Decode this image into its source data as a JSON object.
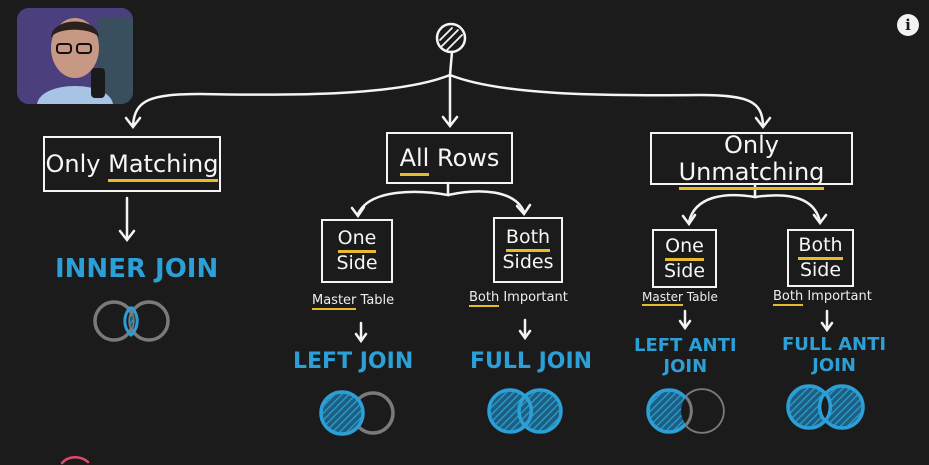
{
  "diagram": {
    "branches": {
      "matching": {
        "label_plain": "Only",
        "label_highlight": "Matching",
        "result": "INNER JOIN"
      },
      "all_rows": {
        "label_plain": "Rows",
        "label_highlight": "All",
        "left_child": {
          "line1": "One",
          "line2": "Side",
          "note_u": "Master",
          "note_rest": " Table",
          "result": "LEFT JOIN"
        },
        "right_child": {
          "line1": "Both",
          "line2": "Sides",
          "note_u": "Both",
          "note_rest": " Important",
          "result": "FULL JOIN"
        }
      },
      "unmatching": {
        "label_plain": "Only",
        "label_highlight": "Unmatching",
        "left_child": {
          "line1": "One",
          "line2": "Side",
          "note_u": "Master",
          "note_rest": " Table",
          "result_line1": "LEFT ANTI",
          "result_line2": "JOIN"
        },
        "right_child": {
          "line1": "Both",
          "line2": "Side",
          "note_u": "Both",
          "note_rest": " Important",
          "result_line1": "FULL ANTI",
          "result_line2": "JOIN"
        }
      }
    }
  },
  "ui": {
    "info_icon": "info-icon",
    "info_glyph": "i",
    "webcam": "presenter-webcam"
  },
  "colors": {
    "background": "#1b1b1b",
    "chalk": "#f4f4f4",
    "accent_blue": "#2b9fd6",
    "highlight_yellow": "#e7bb2b"
  }
}
